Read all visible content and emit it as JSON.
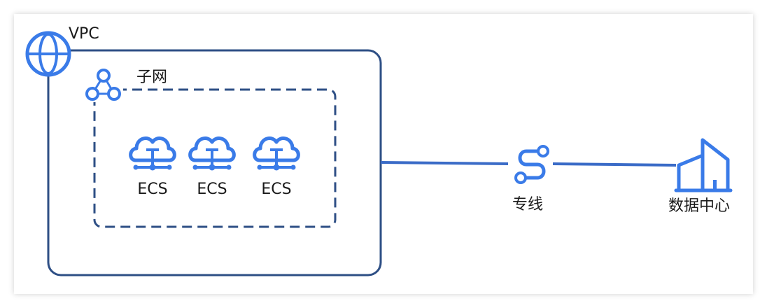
{
  "labels": {
    "vpc": "VPC",
    "subnet": "子网",
    "ecs": [
      "ECS",
      "ECS",
      "ECS"
    ],
    "dedicated_line": "专线",
    "data_center": "数据中心"
  },
  "icons": {
    "vpc": "globe-icon",
    "subnet": "network-triangle-icon",
    "ecs": "cloud-server-icon",
    "dedicated_line": "s-path-connection-icon",
    "data_center": "building-icon"
  },
  "colors": {
    "accent": "#3a7be8",
    "container_stroke": "#2e4f85",
    "connector": "#3a6bc7",
    "text": "#1a1a1a"
  }
}
